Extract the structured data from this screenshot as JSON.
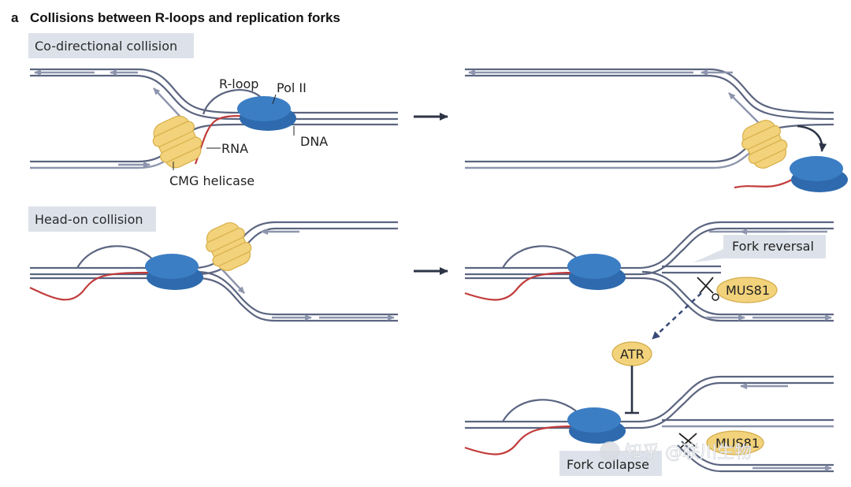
{
  "panel": {
    "letter": "a",
    "title": "Collisions between R-loops and replication forks"
  },
  "top": {
    "header": "Co-directional collision",
    "labels": {
      "rloop": "R-loop",
      "pol2": "Pol II",
      "rna": "RNA",
      "dna": "DNA",
      "cmg": "CMG helicase"
    }
  },
  "bottom": {
    "header": "Head-on collision",
    "fork_reversal": "Fork reversal",
    "mus81_top": "MUS81",
    "atr": "ATR",
    "mus81_bottom": "MUS81",
    "fork_collapse": "Fork collapse"
  },
  "watermark": "知乎 @联川生物",
  "colors": {
    "strand": "#5b6580",
    "strand_light": "#8d95ad",
    "rna": "#c23b3b",
    "pol2": "#3b7ec4",
    "helicase": "#f2d27a",
    "header_bg": "#dde2ea"
  }
}
